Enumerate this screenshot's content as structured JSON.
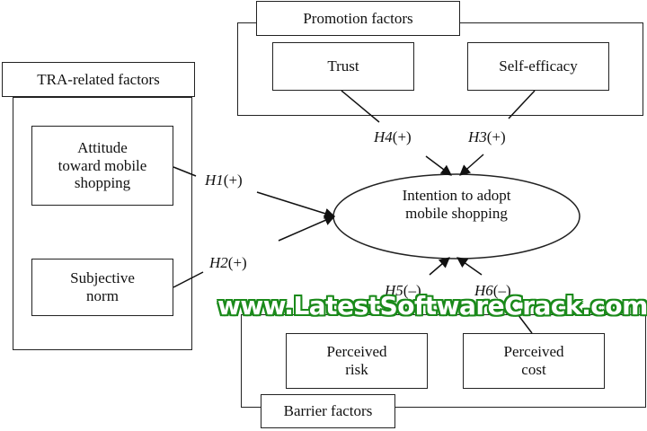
{
  "groups": {
    "tra": {
      "title": "TRA-related factors"
    },
    "promotion": {
      "title": "Promotion factors"
    },
    "barrier": {
      "title": "Barrier factors"
    }
  },
  "factors": {
    "attitude": "Attitude toward mobile shopping",
    "subjective_norm": "Subjective norm",
    "trust": "Trust",
    "self_efficacy": "Self-efficacy",
    "perceived_risk": "Perceived risk",
    "perceived_cost": "Perceived cost"
  },
  "outcome": "Intention to adopt mobile shopping",
  "hypotheses": {
    "h1": {
      "id": "H1",
      "sign": "(+)"
    },
    "h2": {
      "id": "H2",
      "sign": "(+)"
    },
    "h3": {
      "id": "H3",
      "sign": "(+)"
    },
    "h4": {
      "id": "H4",
      "sign": "(+)"
    },
    "h5": {
      "id": "H5",
      "sign": "(–)"
    },
    "h6": {
      "id": "H6",
      "sign": "(–)"
    }
  },
  "watermark": "www.LatestSoftwareCrack.com"
}
